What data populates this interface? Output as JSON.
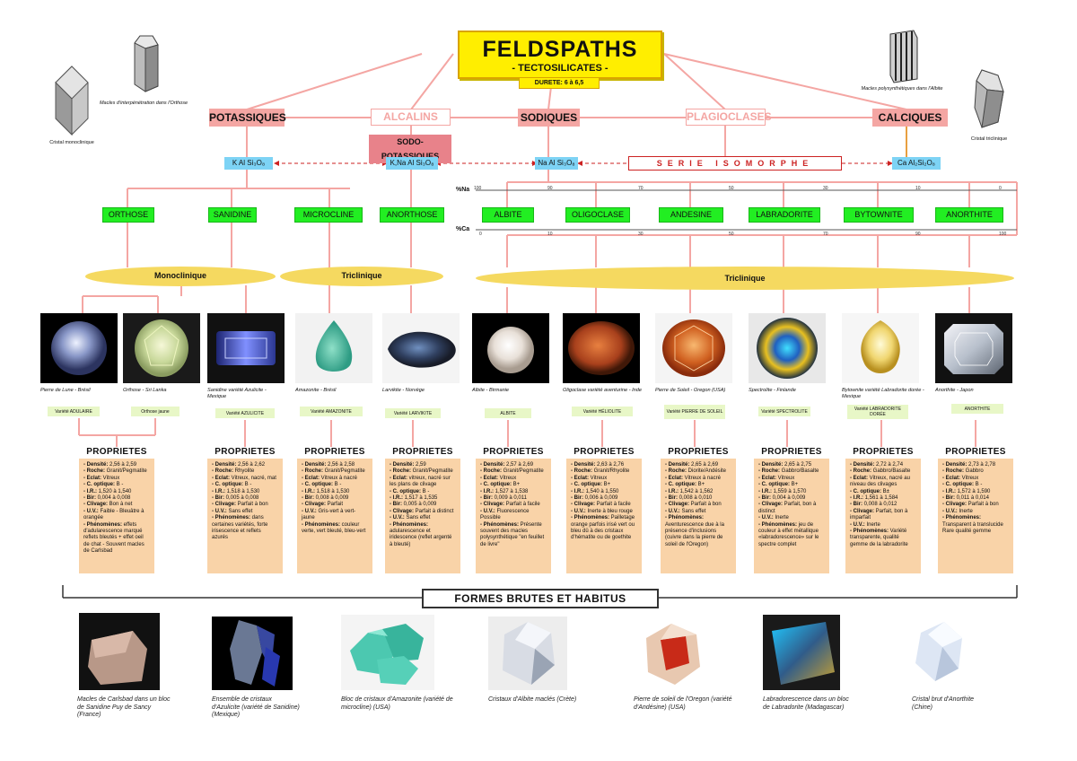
{
  "title": {
    "main": "FELDSPATHS",
    "sub": "- TECTOSILICATES -",
    "durete": "DURETE: 6 à 6,5"
  },
  "crystals": {
    "monoclinic_caption": "Cristal monoclinique",
    "interpenetration_caption": "Macles d'interpénétration dans l'Orthose",
    "polysynth_caption": "Macles polysynthétiques dans l'Albite",
    "triclinic_caption": "Cristal triclinique"
  },
  "categories": {
    "potassiques": "POTASSIQUES",
    "alcalins": "ALCALINS",
    "sodiques": "SODIQUES",
    "plagioclases": "PLAGIOCLASES",
    "calciques": "CALCIQUES",
    "sodo": "SODO-POTASSIQUES"
  },
  "formulas": {
    "k": "K Al Si₃O₈",
    "kna": "K,Na Al Si₃O₈",
    "na": "Na Al Si₃O₈",
    "ca": "Ca Al₂Si₂O₈"
  },
  "serie": "SERIE ISOMORPHE",
  "axes": {
    "na_label": "%Na",
    "ca_label": "%Ca",
    "na_ticks": [
      "100",
      "90",
      "70",
      "50",
      "30",
      "10",
      "0"
    ],
    "ca_ticks": [
      "0",
      "10",
      "30",
      "50",
      "70",
      "90",
      "100"
    ]
  },
  "minerals": [
    "ORTHOSE",
    "SANIDINE",
    "MICROCLINE",
    "ANORTHOSE",
    "ALBITE",
    "OLIGOCLASE",
    "ANDESINE",
    "LABRADORITE",
    "BYTOWNITE",
    "ANORTHITE"
  ],
  "systems": {
    "mono": "Monoclinique",
    "tri1": "Triclinique",
    "tri2": "Triclinique"
  },
  "gems": [
    {
      "caption": "Pierre de Lune - Brésil",
      "variety": "Variété ADULAIRE"
    },
    {
      "caption": "Orthose - Sri Lanka",
      "variety": "Orthose jaune"
    },
    {
      "caption": "Sanidine variété Azulicite - Mexique",
      "variety": "Variété AZULICITE"
    },
    {
      "caption": "Amazonite - Brésil",
      "variety": "Variété AMAZONITE"
    },
    {
      "caption": "Larvikite - Norvège",
      "variety": "Variété LARVIKITE"
    },
    {
      "caption": "Albite - Birmanie",
      "variety": "ALBITE"
    },
    {
      "caption": "Oligoclase variété aventurine - Inde",
      "variety": "Variété HÉLIOLITE"
    },
    {
      "caption": "Pierre de Soleil - Oregon (USA)",
      "variety": "Variété PIERRE DE SOLEIL"
    },
    {
      "caption": "Spectrolite - Finlande",
      "variety": "Variété SPECTROLITE"
    },
    {
      "caption": "Bytownite variété Labradorite dorée - Mexique",
      "variety": "Variété LABRADORITE DORÉE"
    },
    {
      "caption": "Anorthite - Japon",
      "variety": "ANORTHITE"
    }
  ],
  "props_title": "PROPRIETES",
  "properties": [
    [
      "Densité: 2,56 à 2,59",
      "Roche: Granit/Pegmatite",
      "Eclat: Vitreux",
      "C. optique: B -",
      "I.R.: 1,520 à 1,540",
      "Bir: 0,004 à 0,008",
      "Clivage: Bon à net",
      "U.V.: Faible - Bleuâtre à orangée",
      "Phénomènes: effets d'adularescence marqué reflets bleutés + effet oeil de chat - Souvent macles de Carlsbad"
    ],
    [
      "Densité: 2,56 à 2,62",
      "Roche: Rhyolite",
      "Eclat: Vitreux, nacré, mat",
      "C. optique: B -",
      "I.R.: 1,518 à 1,530",
      "Bir: 0,005 à 0,008",
      "Clivage: Parfait à bon",
      "U.V.: Sans effet",
      "Phénomènes: dans certaines variétés, forte irisescence et reflets azurés"
    ],
    [
      "Densité: 2,56 à 2,58",
      "Roche: Granit/Pegmatite",
      "Eclat: Vitreux à nacré",
      "C. optique: B -",
      "I.R.: 1,518 à 1,530",
      "Bir: 0,008 à 0,009",
      "Clivage: Parfait",
      "U.V.: Gris-vert à vert-jaune",
      "Phénomènes: couleur verte, vert bleuté, bleu-vert"
    ],
    [
      "Densité: 2,59",
      "Roche: Granit/Pegmatite",
      "Eclat: vitreux, nacré sur les plans de clivage",
      "C. optique: B -",
      "I.R.: 1,517 à 1,535",
      "Bir: 0,005 à 0,009",
      "Clivage: Parfait à distinct",
      "U.V.: Sans effet",
      "Phénomènes: adularescence et iridescence (reflet argenté à bleuté)"
    ],
    [
      "Densité: 2,57 à 2,69",
      "Roche: Granit/Pegmatite",
      "Eclat: Vitreux",
      "C. optique: B+",
      "I.R.: 1,527 à 1,538",
      "Bir: 0,009 à 0,011",
      "Clivage: Parfait à facile",
      "U.V.: Fluorescence Possible",
      "Phénomènes: Présente souvent des macles polysynthétique \"en feuillet de livre\""
    ],
    [
      "Densité: 2,63 à 2,76",
      "Roche: Granit/Rhyolite",
      "Eclat: Vitreux",
      "C. optique: B+",
      "I.R.: 1,540 à 1,550",
      "Bir: 0,006 à 0,009",
      "Clivage: Parfait à facile",
      "U.V.: Inerte à bleu rouge",
      "Phénomènes: Pailletage orange parfois irisé vert ou bleu dû à des cristaux d'hématite ou de goethite"
    ],
    [
      "Densité: 2,65 à 2,69",
      "Roche: Diorite/Andésite",
      "Eclat: Vitreux à nacré",
      "C. optique: B+",
      "I.R.: 1,542 à 1,562",
      "Bir: 0,008 à 0,010",
      "Clivage: Parfait à bon",
      "U.V.: Sans effet",
      "Phénomènes: Aventurescence due à la présence d'inclusions (cuivre dans la pierre de soleil de l'Oregon)"
    ],
    [
      "Densité: 2,65 à 2,75",
      "Roche: Gabbro/Basalte",
      "Eclat: Vitreux",
      "C. optique: B+",
      "I.R.: 1,559 à 1,570",
      "Bir: 0,004 à 0,009",
      "Clivage: Parfait, bon à distinct",
      "U.V.: Inerte",
      "Phénomènes: jeu de couleur à effet métallique «labradorescence» sur le spectre complet"
    ],
    [
      "Densité: 2,72 à 2,74",
      "Roche: Gabbro/Basalte",
      "Eclat: Vitreux, nacré au niveau des clivages",
      "C. optique: B±",
      "I.R.: 1,561 à 1,584",
      "Bir: 0,008 à 0,012",
      "Clivage: Parfait, bon à imparfait",
      "U.V.: Inerte",
      "Phénomènes: Variété transparente, qualité gemme de la labradorite"
    ],
    [
      "Densité: 2,73 à 2,78",
      "Roche: Gabbro",
      "Eclat: Vitreux",
      "C. optique: B -",
      "I.R.: 1,572 à 1,590",
      "Bir: 0,011 à 0,014",
      "Clivage: Parfait à bon",
      "U.V.: Inerte",
      "Phénomènes: Transparent à translucide Rare qualité gemme"
    ]
  ],
  "formes_title": "FORMES BRUTES ET HABITUS",
  "samples": [
    "Macles de Carlsbad dans un bloc de Sanidine Puy de Sancy (France)",
    "Ensemble de cristaux d'Azulicite (variété de Sanidine) (Mexique)",
    "Bloc de cristaux d'Amazonite (variété de microcline) (USA)",
    "Cristaux d'Albite maclés (Crète)",
    "Pierre de soleil de l'Oregon (variété d'Andésine) (USA)",
    "Labradorescence dans un bloc de Labradorite (Madagascar)",
    "Cristal brut d'Anorthite (Chine)"
  ],
  "colors": {
    "pink_line": "#f4a6a3",
    "yellow": "#ffee00",
    "green": "#22ee22",
    "blue": "#7dd3f5",
    "props_bg": "#f9d3a8"
  }
}
